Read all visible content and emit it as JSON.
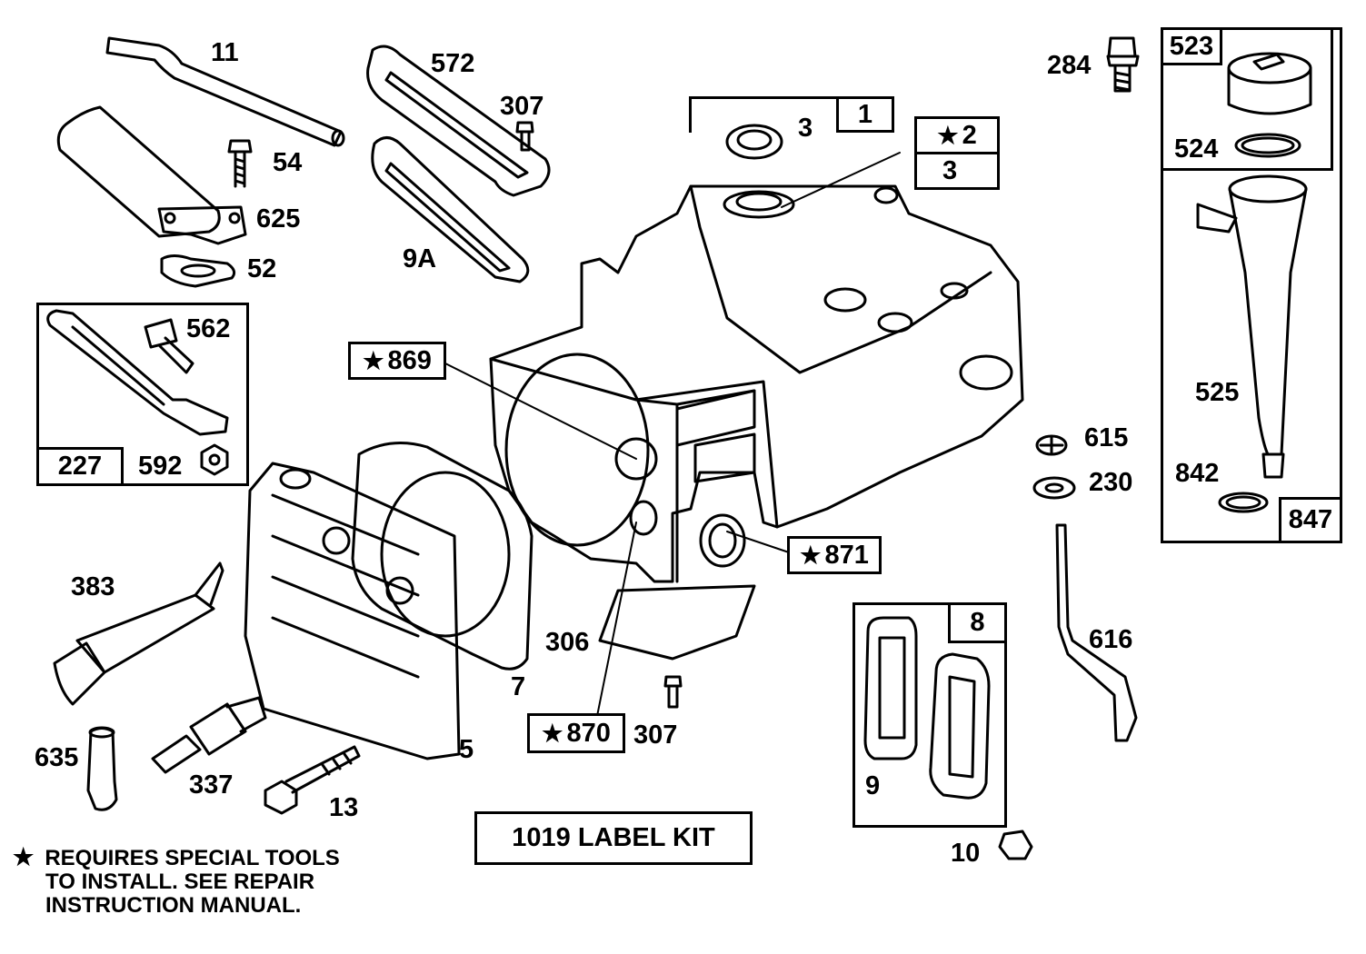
{
  "colors": {
    "ink": "#000000",
    "paper": "#ffffff"
  },
  "part_numbers": {
    "p11": "11",
    "p54": "54",
    "p625": "625",
    "p52": "52",
    "p572": "572",
    "p307a": "307",
    "p9a": "9A",
    "p3a": "3",
    "p1": "1",
    "p2": "2",
    "p3b": "3",
    "p284": "284",
    "p523": "523",
    "p524": "524",
    "p525": "525",
    "p842": "842",
    "p847": "847",
    "p562": "562",
    "p227": "227",
    "p592": "592",
    "p869": "869",
    "p871": "871",
    "p870": "870",
    "p615": "615",
    "p230": "230",
    "p616": "616",
    "p383": "383",
    "p306": "306",
    "p7": "7",
    "p5": "5",
    "p307b": "307",
    "p635": "635",
    "p337": "337",
    "p13": "13",
    "p8": "8",
    "p9": "9",
    "p10": "10"
  },
  "star_symbol": "★",
  "label_kit": "1019 LABEL KIT",
  "footnote": {
    "line1": "REQUIRES SPECIAL TOOLS",
    "line2": "TO INSTALL.  SEE REPAIR",
    "line3": "INSTRUCTION MANUAL."
  }
}
